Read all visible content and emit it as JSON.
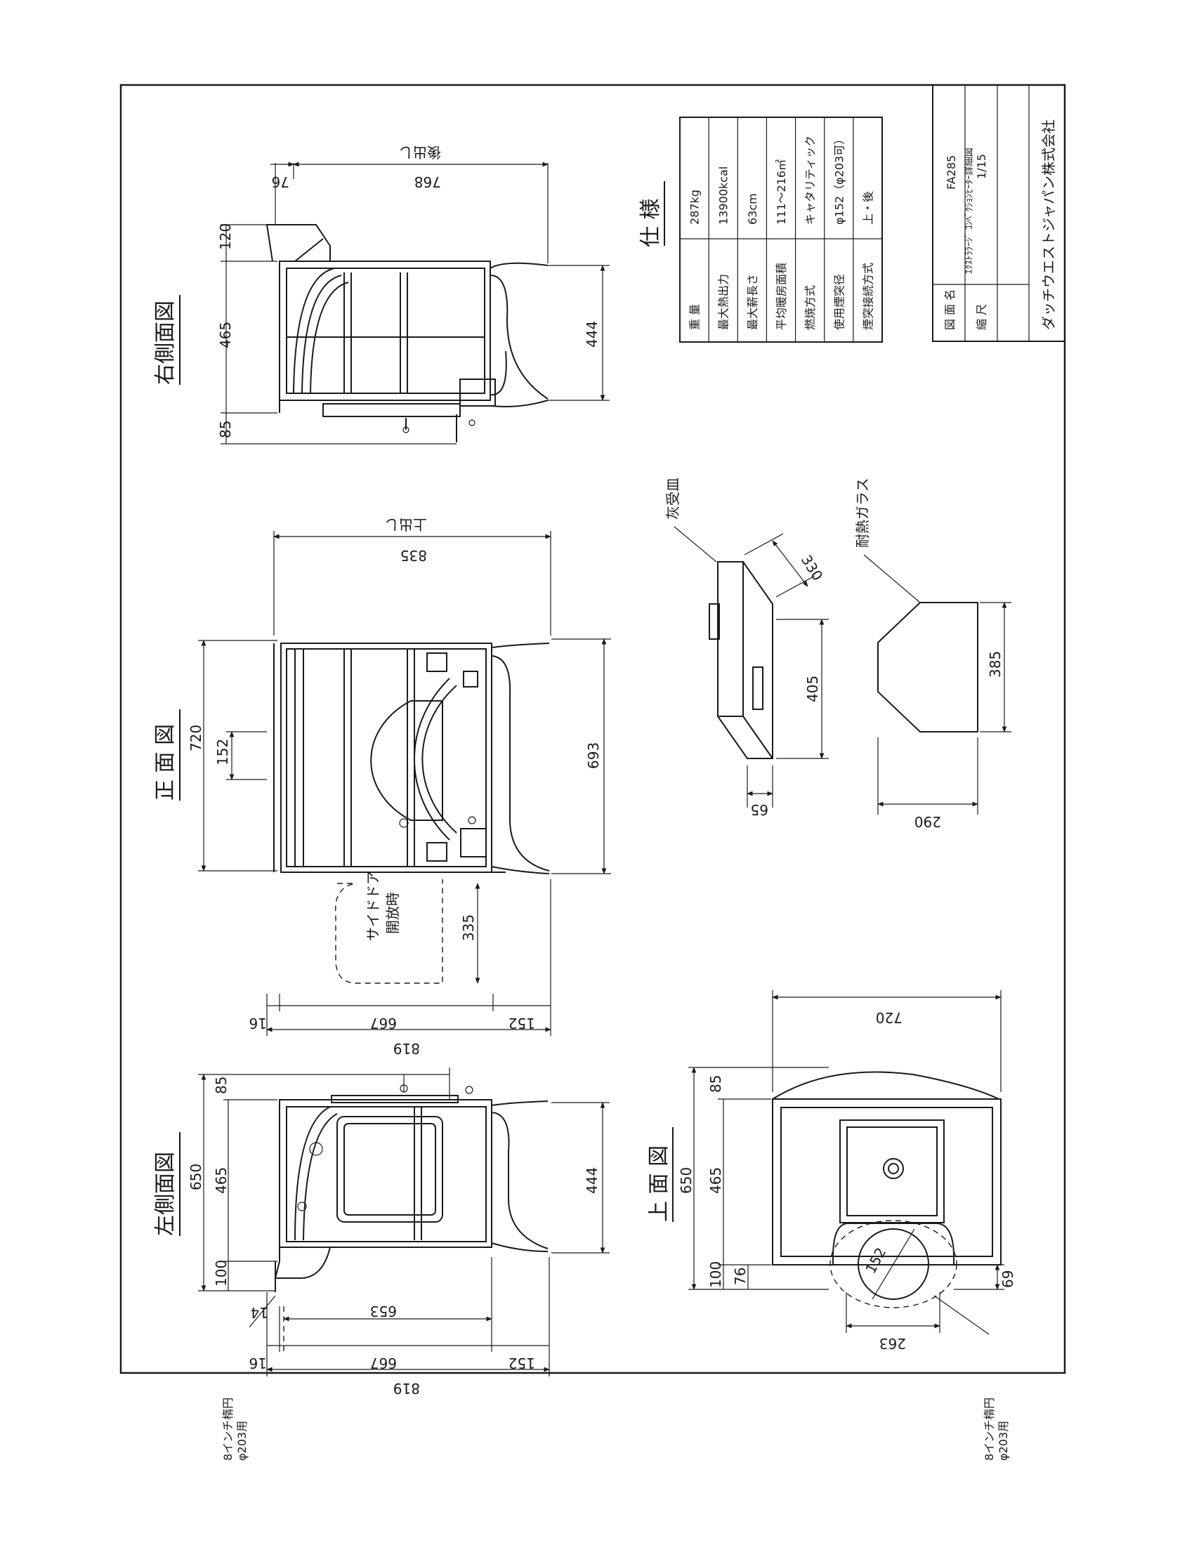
{
  "views": {
    "front": "正 面 図",
    "right_side": "右側面図",
    "left_side": "左側面図",
    "top": "上 面 図"
  },
  "specs": {
    "title": "仕 様",
    "rows": [
      {
        "label": "重 量",
        "value": "287kg"
      },
      {
        "label": "最大熱出力",
        "value": "13900kcal"
      },
      {
        "label": "最大薪長さ",
        "value": "63cm"
      },
      {
        "label": "平均暖房面積",
        "value": "111～216㎡"
      },
      {
        "label": "燃焼方式",
        "value": "キャタリティック"
      },
      {
        "label": "使用煙突径",
        "value": "φ152（φ203可）"
      },
      {
        "label": "煙突接続方式",
        "value": "上・後"
      }
    ]
  },
  "title_block": {
    "drawing_name_label": "図 面 名",
    "drawing_name_line1": "FA285",
    "drawing_name_line2": "ｴｸｽﾄﾗﾗｰｼﾞ ｺﾝﾍﾞｸｼｮﾝﾋｰﾀｰ詳細図",
    "scale_label": "縮 尺",
    "scale_value": "1/15",
    "company": "ダッチウエストジャパン株式会社"
  },
  "parts": {
    "ash_pan": "灰受皿",
    "glass": "耐熱ガラス"
  },
  "notes": {
    "side_door": "サイドドア",
    "side_door_open": "開放時",
    "top_outlet": "上出し",
    "rear_outlet": "後出し",
    "adapter_line1": "8インチ楕円",
    "adapter_line2": "φ203用"
  },
  "dims": {
    "d120": "120",
    "d465": "465",
    "d85": "85",
    "d76": "76",
    "d768": "768",
    "d444": "444",
    "d835": "835",
    "d720": "720",
    "d152": "152",
    "d693": "693",
    "d335": "335",
    "d16": "16",
    "d667": "667",
    "d819": "819",
    "d650": "650",
    "d100": "100",
    "d14": "14",
    "d653": "653",
    "d263": "263",
    "d69": "69",
    "d330": "330",
    "d405": "405",
    "d65": "65",
    "d385": "385",
    "d290": "290"
  }
}
